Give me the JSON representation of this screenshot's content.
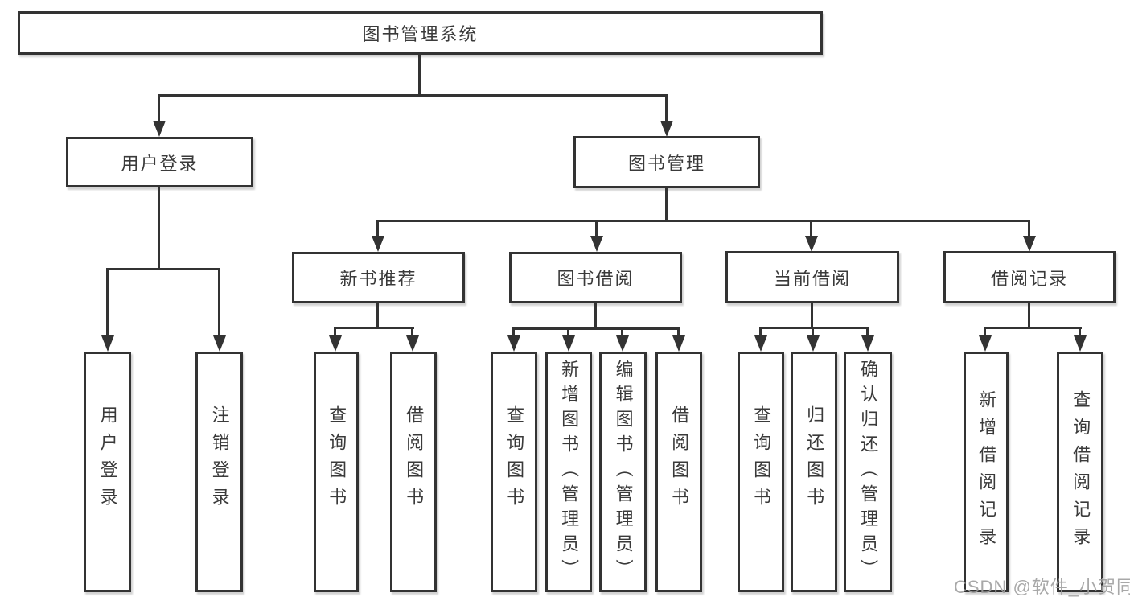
{
  "colors": {
    "line": "#333333",
    "text": "#3a3a3a",
    "box_background": "#ffffff",
    "background": "#ffffff",
    "watermark": "#9e9e9e"
  },
  "watermark": {
    "text": "CSDN @软件_小贺同学"
  },
  "tree": {
    "label": "图书管理系统",
    "children": [
      {
        "label": "用户登录",
        "children": [
          {
            "label": "用户登录"
          },
          {
            "label": "注销登录"
          }
        ]
      },
      {
        "label": "图书管理",
        "children": [
          {
            "label": "新书推荐",
            "children": [
              {
                "label": "查询图书"
              },
              {
                "label": "借阅图书"
              }
            ]
          },
          {
            "label": "图书借阅",
            "children": [
              {
                "label": "查询图书"
              },
              {
                "label": "新增图书（管理员）"
              },
              {
                "label": "编辑图书（管理员）"
              },
              {
                "label": "借阅图书"
              }
            ]
          },
          {
            "label": "当前借阅",
            "children": [
              {
                "label": "查询图书"
              },
              {
                "label": "归还图书"
              },
              {
                "label": "确认归还（管理员）"
              }
            ]
          },
          {
            "label": "借阅记录",
            "children": [
              {
                "label": "新增借阅记录"
              },
              {
                "label": "查询借阅记录"
              }
            ]
          }
        ]
      }
    ]
  }
}
